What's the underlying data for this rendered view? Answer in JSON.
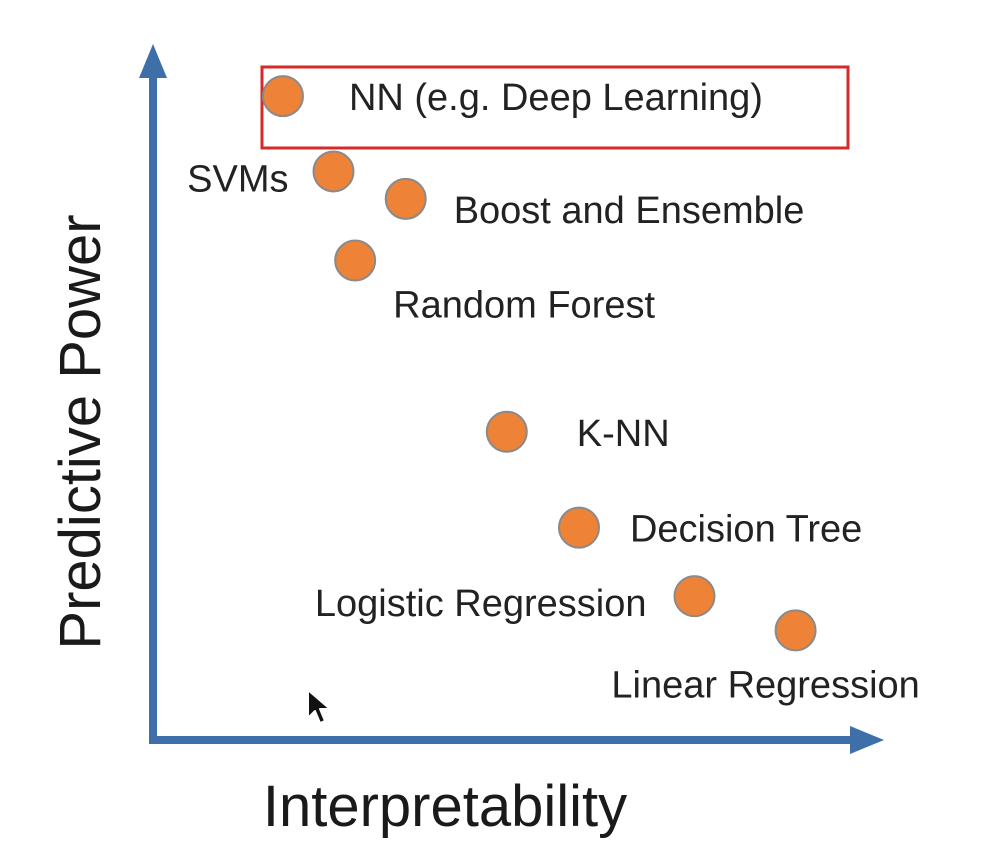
{
  "chart_data": {
    "type": "scatter",
    "title": "",
    "xlabel": "Interpretability",
    "ylabel": "Predictive Power",
    "xlim": [
      0,
      10
    ],
    "ylim": [
      0,
      10
    ],
    "grid": false,
    "legend": "none",
    "points": [
      {
        "label": "NN (e.g. Deep Learning)",
        "x": 1.8,
        "y": 9.4,
        "highlighted": true
      },
      {
        "label": "SVMs",
        "x": 2.5,
        "y": 8.3
      },
      {
        "label": "Boost and Ensemble",
        "x": 3.5,
        "y": 7.9
      },
      {
        "label": "Random Forest",
        "x": 2.8,
        "y": 7.0
      },
      {
        "label": "K-NN",
        "x": 4.9,
        "y": 4.5
      },
      {
        "label": "Decision Tree",
        "x": 5.9,
        "y": 3.1
      },
      {
        "label": "Logistic Regression",
        "x": 7.5,
        "y": 2.1
      },
      {
        "label": "Linear Regression",
        "x": 8.9,
        "y": 1.6
      }
    ]
  },
  "style": {
    "axis_color": "#3e6fa8",
    "point_fill": "#ee8236",
    "point_stroke": "#8a8a8a",
    "highlight_box_color": "#d42a2a",
    "text_color": "#222222"
  },
  "icons": {
    "cursor": "mouse-pointer-icon"
  }
}
